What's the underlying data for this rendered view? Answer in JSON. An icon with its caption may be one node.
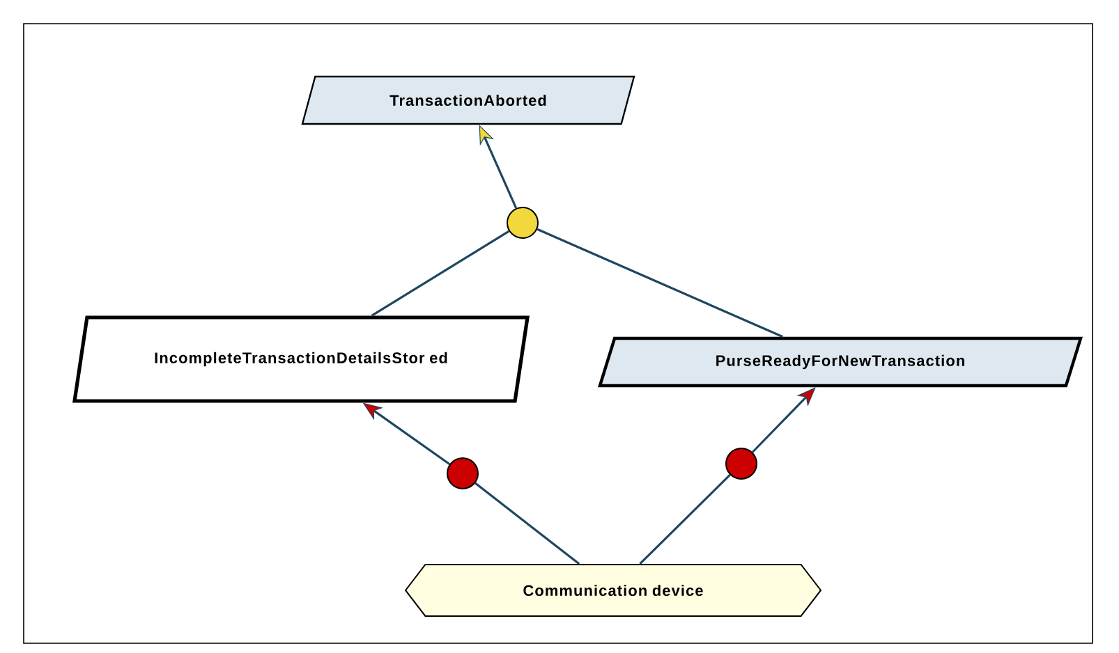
{
  "diagram": {
    "nodes": [
      {
        "text": [
          "TransactionAborted"
        ]
      },
      {
        "text": [],
        "shape": "circle"
      },
      {
        "text": [
          "IncompleteTransactionDetailsStor ed"
        ]
      },
      {
        "text": [
          "PurseReadyForNewTransaction"
        ]
      },
      {
        "text": [],
        "shape": "circle"
      },
      {
        "text": [],
        "shape": "circle"
      },
      {
        "text": [
          "Communication device"
        ]
      }
    ],
    "edges": [
      {
        "from": 1,
        "to": 0,
        "arrow": "to"
      },
      {
        "from": 2,
        "to": 1,
        "arrow": "none"
      },
      {
        "from": 3,
        "to": 1,
        "arrow": "none"
      },
      {
        "from": 4,
        "to": 2,
        "arrow": "to"
      },
      {
        "from": 6,
        "to": 4,
        "arrow": "none"
      },
      {
        "from": 5,
        "to": 3,
        "arrow": "to"
      },
      {
        "from": 6,
        "to": 5,
        "arrow": "none"
      }
    ]
  }
}
